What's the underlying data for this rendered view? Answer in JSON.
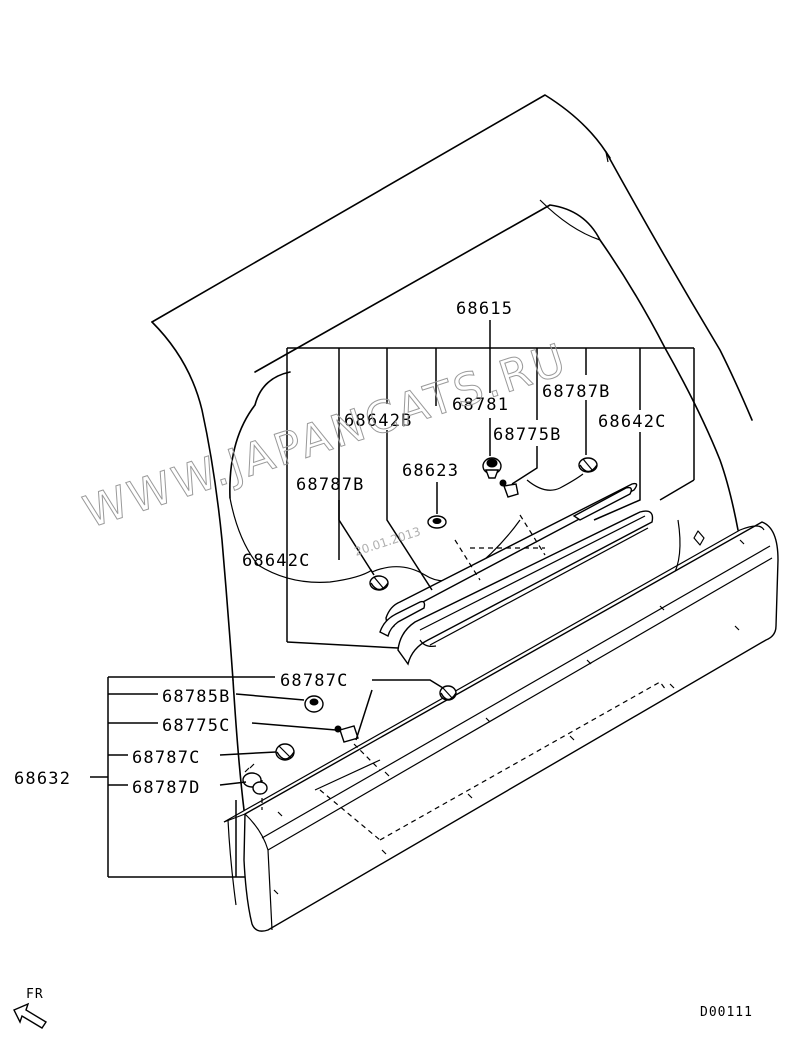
{
  "title": "Rear tailgate garnish parts diagram",
  "callouts": {
    "assy_upper": "68615",
    "assy_lower": "68632",
    "c_68642c_left": "68642C",
    "c_68787b_left": "68787B",
    "c_68642b": "68642B",
    "c_68623": "68623",
    "c_68781": "68781",
    "c_68775b": "68775B",
    "c_68787b_right": "68787B",
    "c_68642c_right": "68642C",
    "c_68787c_top": "68787C",
    "c_68785b": "68785B",
    "c_68775c": "68775C",
    "c_68787c_low": "68787C",
    "c_68787d": "68787D"
  },
  "watermark": {
    "text": "WWW.JAPANCATS.RU",
    "date": "20.01.2013"
  },
  "direction": {
    "label": "FR",
    "icon": "front-arrow-icon"
  },
  "diagram_code": "D00111"
}
